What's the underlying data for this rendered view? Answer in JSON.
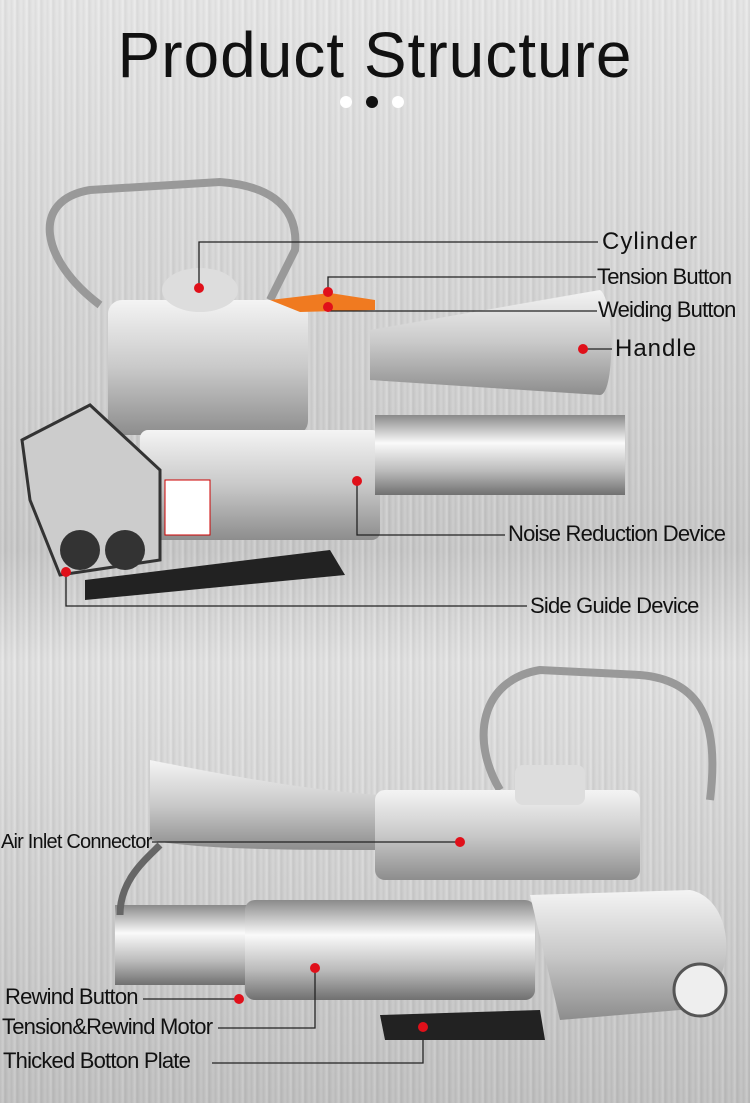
{
  "title": "Product Structure",
  "carousel": {
    "total": 3,
    "active": 1
  },
  "colors": {
    "marker": "#e0101a",
    "accent": "#f07a20",
    "line": "#222222"
  },
  "labels": {
    "cylinder": "Cylinder",
    "tension_button": "Tension Button",
    "welding_button": "Weiding Button",
    "handle": "Handle",
    "noise_reduction": "Noise Reduction Device",
    "side_guide": "Side Guide Device",
    "air_inlet": "Air Inlet Connector",
    "rewind_button": "Rewind Button",
    "motor": "Tension&Rewind Motor",
    "bottom_plate": "Thicked Botton Plate"
  }
}
